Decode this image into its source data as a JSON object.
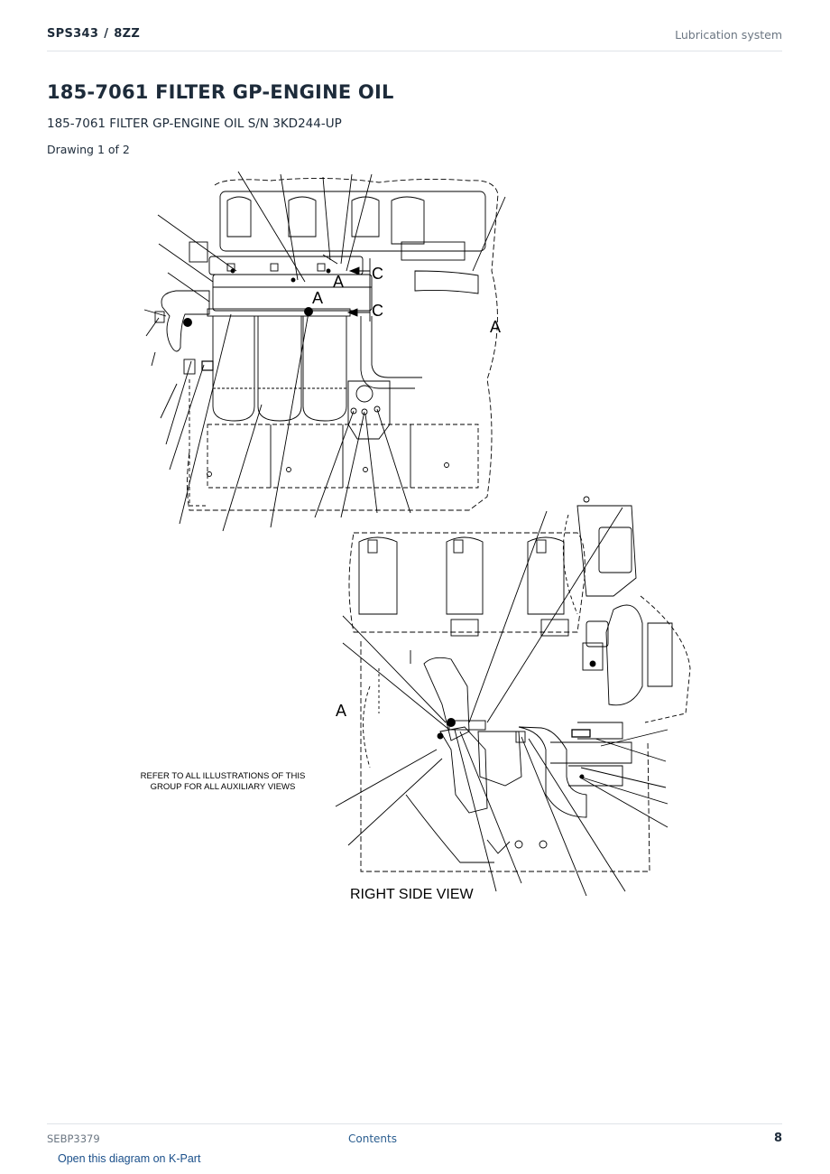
{
  "header": {
    "doc_code": "SPS343",
    "separator": "/",
    "serial_prefix": "8ZZ",
    "section": "Lubrication system"
  },
  "title": "185-7061 FILTER GP-ENGINE OIL",
  "subtitle": "185-7061 FILTER GP-ENGINE OIL S/N 3KD244-UP",
  "drawing_index": "Drawing 1 of 2",
  "diagram": {
    "callouts": {
      "a1": "A",
      "a2": "A",
      "a3": "A",
      "a4": "A",
      "c1": "C",
      "c2": "C"
    },
    "note_line1": "REFER TO ALL ILLUSTRATIONS OF THIS",
    "note_line2": "GROUP FOR ALL AUXILIARY VIEWS",
    "view_label": "RIGHT SIDE VIEW"
  },
  "footer": {
    "doc_number": "SEBP3379",
    "contents_link": "Contents",
    "page_number": "8"
  },
  "kpart_link": "Open this diagram on K-Part"
}
